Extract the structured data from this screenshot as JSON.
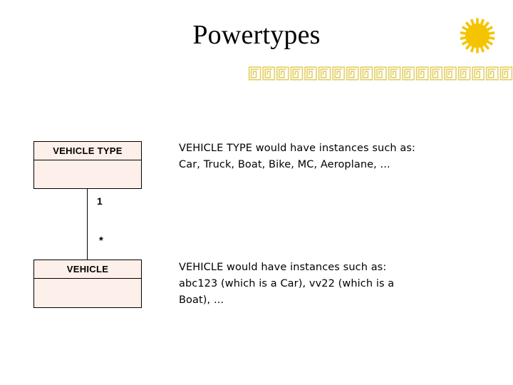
{
  "slide": {
    "title": "Powertypes",
    "background_color": "#ffffff"
  },
  "decorations": {
    "sunburst": {
      "name": "sunburst-icon",
      "color": "#f5c400",
      "rays": 18
    },
    "greek_key_border": {
      "name": "greek-key-border",
      "color": "#e2cf61",
      "pattern": "meander",
      "tile_count": 19
    }
  },
  "diagram": {
    "entities": [
      {
        "id": "vehicle-type",
        "title": "VEHICLE TYPE",
        "fill_color": "#fdf0ea",
        "border_color": "#000000"
      },
      {
        "id": "vehicle",
        "title": "VEHICLE",
        "fill_color": "#fdf0ea",
        "border_color": "#000000"
      }
    ],
    "association": {
      "name": "classifies-association",
      "source_multiplicity": "1",
      "target_multiplicity": "*"
    }
  },
  "notes": [
    {
      "id": "note-vehicle-type",
      "lines": [
        "VEHICLE TYPE would have instances such as:",
        "Car, Truck, Boat, Bike, MC, Aeroplane, ..."
      ]
    },
    {
      "id": "note-vehicle",
      "lines": [
        "VEHICLE would have instances such as:",
        "abc123 (which is a Car), vv22 (which is a",
        "Boat), ..."
      ]
    }
  ]
}
